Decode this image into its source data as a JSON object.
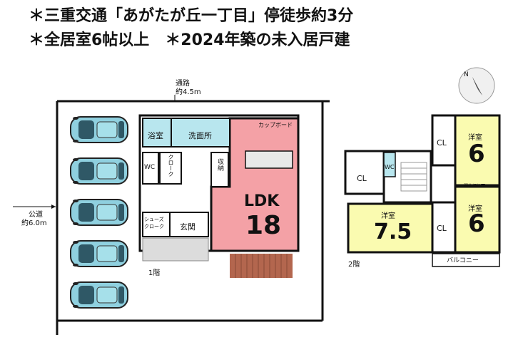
{
  "headline": {
    "line1": "＊三重交通「あがたが丘一丁目」停徒歩約3分",
    "line2": "＊全居室6帖以上　＊2024年築の未入居戸建"
  },
  "site": {
    "road_top_label": "通路",
    "road_top_width": "約4.5m",
    "road_left_label": "公道",
    "road_left_width": "約6.0m"
  },
  "floor1": {
    "label": "1階",
    "bath": "浴室",
    "washroom": "洗面所",
    "cupboard": "カップボード",
    "wc": "WC",
    "cloak": "クローク",
    "storage": "収納",
    "shoe_cloak": "シューズクローク",
    "entrance": "玄関",
    "ldk_name": "LDK",
    "ldk_size": "18",
    "parking_count": 5
  },
  "floor2": {
    "label": "2階",
    "cl_left": "CL",
    "wc": "WC",
    "room_a_name": "洋室",
    "room_a_size": "7.5",
    "cl_a": "CL",
    "room_b_name": "洋室",
    "room_b_size": "6",
    "cl_b": "CL",
    "room_c_name": "洋室",
    "room_c_size": "6",
    "cl_c": "CL",
    "partition": "間仕切り可",
    "balcony": "バルコニー"
  },
  "compass": {
    "label": "N"
  },
  "colors": {
    "bath": "#b8e6ee",
    "car": "#8fd0df",
    "ldk": "#f4a1a6",
    "deck": "#b3664e",
    "yellow_room": "#fafbb0",
    "terrace": "#dcdcdc",
    "balcony": "#ffffff"
  }
}
